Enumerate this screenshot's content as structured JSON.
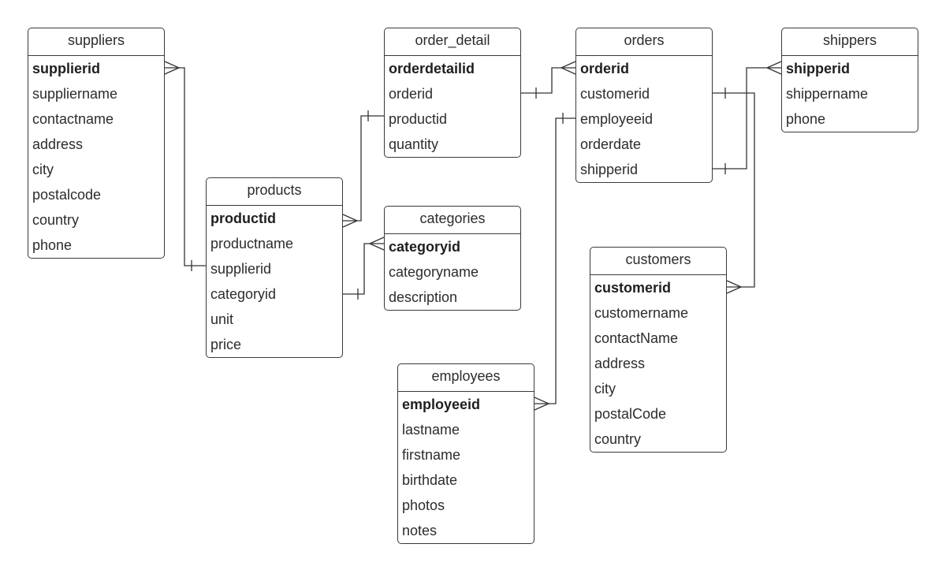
{
  "entities": [
    {
      "id": "suppliers",
      "title": "suppliers",
      "fields": [
        {
          "name": "supplierid",
          "pk": true
        },
        {
          "name": "suppliername"
        },
        {
          "name": "contactname"
        },
        {
          "name": "address"
        },
        {
          "name": "city"
        },
        {
          "name": "postalcode"
        },
        {
          "name": "country"
        },
        {
          "name": "phone"
        }
      ]
    },
    {
      "id": "products",
      "title": "products",
      "fields": [
        {
          "name": "productid",
          "pk": true
        },
        {
          "name": "productname"
        },
        {
          "name": "supplierid"
        },
        {
          "name": "categoryid"
        },
        {
          "name": "unit"
        },
        {
          "name": "price"
        }
      ]
    },
    {
      "id": "order_detail",
      "title": "order_detail",
      "fields": [
        {
          "name": "orderdetailid",
          "pk": true
        },
        {
          "name": "orderid"
        },
        {
          "name": "productid"
        },
        {
          "name": "quantity"
        }
      ]
    },
    {
      "id": "categories",
      "title": "categories",
      "fields": [
        {
          "name": "categoryid",
          "pk": true
        },
        {
          "name": "categoryname"
        },
        {
          "name": "description"
        }
      ]
    },
    {
      "id": "orders",
      "title": "orders",
      "fields": [
        {
          "name": "orderid",
          "pk": true
        },
        {
          "name": "customerid"
        },
        {
          "name": "employeeid"
        },
        {
          "name": "orderdate"
        },
        {
          "name": "shipperid"
        }
      ]
    },
    {
      "id": "shippers",
      "title": "shippers",
      "fields": [
        {
          "name": "shipperid",
          "pk": true
        },
        {
          "name": "shippername"
        },
        {
          "name": "phone"
        }
      ]
    },
    {
      "id": "customers",
      "title": "customers",
      "fields": [
        {
          "name": "customerid",
          "pk": true
        },
        {
          "name": "customername"
        },
        {
          "name": "contactName"
        },
        {
          "name": "address"
        },
        {
          "name": "city"
        },
        {
          "name": "postalCode"
        },
        {
          "name": "country"
        }
      ]
    },
    {
      "id": "employees",
      "title": "employees",
      "fields": [
        {
          "name": "employeeid",
          "pk": true
        },
        {
          "name": "lastname"
        },
        {
          "name": "firstname"
        },
        {
          "name": "birthdate"
        },
        {
          "name": "photos"
        },
        {
          "name": "notes"
        }
      ]
    }
  ],
  "relationships": [
    {
      "id": "suppliers-products",
      "from": "suppliers.supplierid",
      "from_cardinality": "many",
      "to": "products.supplierid",
      "to_cardinality": "one"
    },
    {
      "id": "products-order_detail",
      "from": "products.productid",
      "from_cardinality": "many",
      "to": "order_detail.productid",
      "to_cardinality": "one"
    },
    {
      "id": "categories-products",
      "from": "categories.categoryid",
      "from_cardinality": "many",
      "to": "products.categoryid",
      "to_cardinality": "one"
    },
    {
      "id": "orders-order_detail",
      "from": "orders.orderid",
      "from_cardinality": "many",
      "to": "order_detail.orderid",
      "to_cardinality": "one"
    },
    {
      "id": "shippers-orders",
      "from": "shippers.shipperid",
      "from_cardinality": "many",
      "to": "orders.shipperid",
      "to_cardinality": "one"
    },
    {
      "id": "customers-orders",
      "from": "customers.customerid",
      "from_cardinality": "many",
      "to": "orders.customerid",
      "to_cardinality": "one"
    },
    {
      "id": "employees-orders",
      "from": "employees.employeeid",
      "from_cardinality": "many",
      "to": "orders.employeeid",
      "to_cardinality": "one"
    }
  ]
}
